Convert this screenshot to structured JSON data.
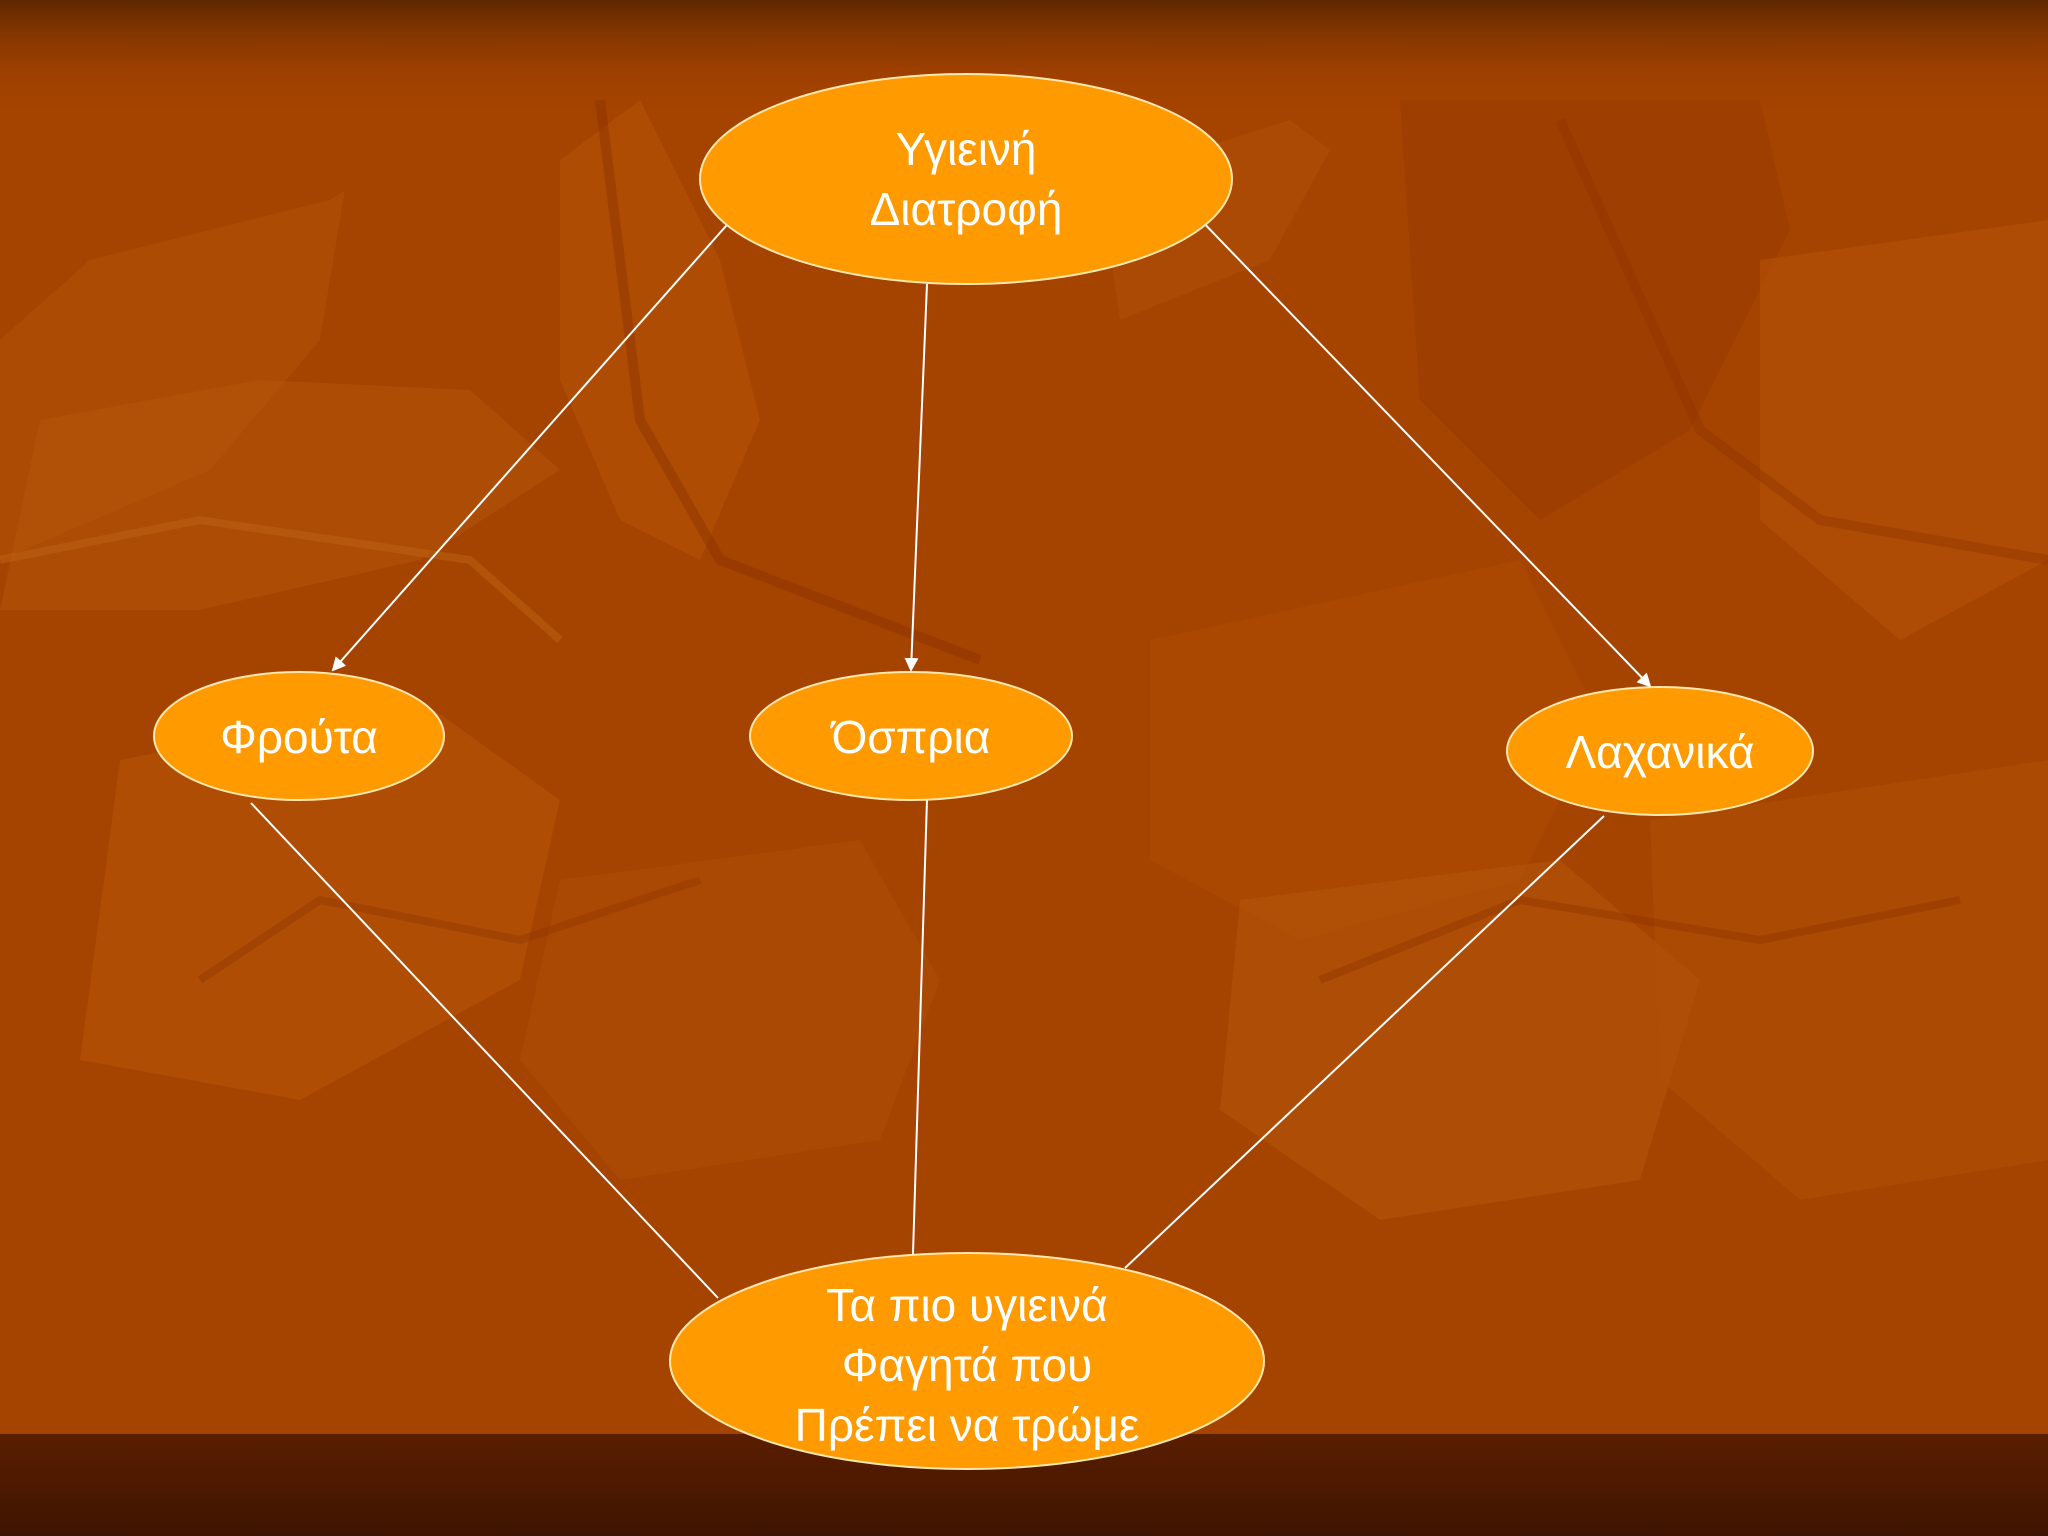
{
  "diagram": {
    "colors": {
      "node_fill": "#ff9a00",
      "node_stroke": "#ffe7b0",
      "connector": "#ffffff",
      "background": "#a54300",
      "top_band": "#6b2d00",
      "bottom_band": "#4f1a00"
    },
    "nodes": {
      "top": {
        "lines": [
          "Υγιεινή",
          "Διατροφή"
        ]
      },
      "fruits": {
        "lines": [
          "Φρούτα"
        ]
      },
      "legumes": {
        "lines": [
          "Όσπρια"
        ]
      },
      "vegetables": {
        "lines": [
          "Λαχανικά"
        ]
      },
      "bottom": {
        "lines": [
          "Τα πιο υγιεινά",
          "Φαγητά που",
          "Πρέπει να τρώμε"
        ]
      }
    },
    "edges": [
      {
        "from": "top",
        "to": "fruits",
        "arrow": true
      },
      {
        "from": "top",
        "to": "legumes",
        "arrow": true
      },
      {
        "from": "top",
        "to": "vegetables",
        "arrow": true
      },
      {
        "from": "fruits",
        "to": "bottom",
        "arrow": false
      },
      {
        "from": "legumes",
        "to": "bottom",
        "arrow": false
      },
      {
        "from": "vegetables",
        "to": "bottom",
        "arrow": false
      }
    ]
  }
}
